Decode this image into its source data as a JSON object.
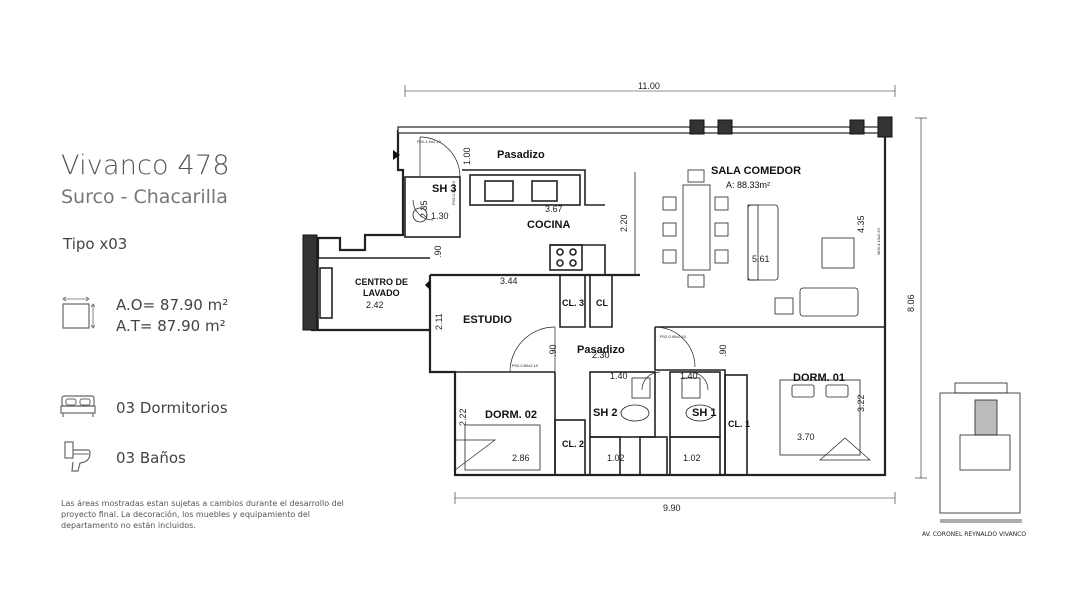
{
  "project": {
    "title": "Vivanco 478",
    "subtitle": "Surco - Chacarilla",
    "tipo": "Tipo x03"
  },
  "specs": {
    "area_o": "A.O= 87.90 m²",
    "area_t": "A.T= 87.90 m²",
    "bedrooms": "03 Dormitorios",
    "bathrooms": "03 Baños"
  },
  "icons": [
    "area-icon",
    "bed-icon",
    "toilet-icon"
  ],
  "disclaimer": "Las áreas mostradas estan sujetas a cambios durante el desarrollo del proyecto final. La decoración, los muebles y equipamiento del departamento no están incluidos.",
  "rooms": {
    "pasadizo_top": "Pasadizo",
    "sala": "SALA COMEDOR",
    "sala_area": "A: 88.33m²",
    "sh3": "SH 3",
    "cocina": "COCINA",
    "lavado_1": "CENTRO DE",
    "lavado_2": "LAVADO",
    "estudio": "ESTUDIO",
    "cl3": "CL. 3",
    "cl": "CL",
    "pasadizo_mid": "Pasadizo",
    "dorm1": "DORM. 01",
    "dorm2": "DORM. 02",
    "sh2": "SH 2",
    "sh1": "SH 1",
    "cl1": "CL. 1",
    "cl2": "CL. 2"
  },
  "dims": {
    "top_width": "11.00",
    "bottom_width": "9.90",
    "right_height": "8.06",
    "d_1_00": "1.00",
    "d_sh3_w": "1.30",
    "d_sh3_h": "2.35",
    "d_367": "3.67",
    "d_220": "2.20",
    "d_90a": ".90",
    "d_344": "3.44",
    "d_242": "2.42",
    "d_211": "2.11",
    "d_435": "4.35",
    "d_561": "5.61",
    "d_230": "2.30",
    "d_90b": ".90",
    "d_90c": ".90",
    "d_322": "3.22",
    "d_370": "3.70",
    "d_140a": "1.40",
    "d_140b": "1.40",
    "d_222": "2.22",
    "d_286": "2.86",
    "d_102a": "1.02",
    "d_102b": "1.02"
  },
  "door_tags": {
    "p01": "P01-1.0x2.10",
    "p03": "P03-0.7x2.10",
    "p02a": "P02-0.90x2.10",
    "p02b": "P02-0.80x2.10",
    "m03": "M03-4.10x2.20"
  },
  "street": "AV. CORONEL REYNALDO VIVANCO"
}
